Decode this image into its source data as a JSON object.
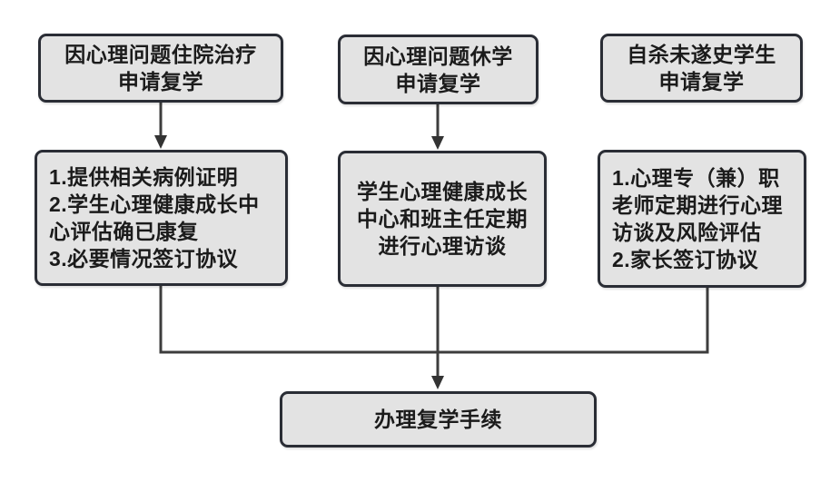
{
  "flowchart": {
    "colors": {
      "background": "#ffffff",
      "box_fill": "#e3e3e3",
      "box_border": "#2a2d35",
      "text": "#1b1b1b",
      "line": "#3d3d3d"
    },
    "top_row": [
      {
        "text": "因心理问题住院治疗\n申请复学"
      },
      {
        "text": "因心理问题休学\n申请复学"
      },
      {
        "text": "自杀未遂史学生\n申请复学"
      }
    ],
    "middle_row": [
      {
        "text": "1.提供相关病例证明\n2.学生心理健康成长中\n心评估确已康复\n3.必要情况签订协议"
      },
      {
        "text": "学生心理健康成长\n中心和班主任定期\n进行心理访谈"
      },
      {
        "text": "1.心理专（兼）职\n老师定期进行心理\n访谈及风险评估\n2.家长签订协议"
      }
    ],
    "bottom": {
      "text": "办理复学手续"
    }
  }
}
